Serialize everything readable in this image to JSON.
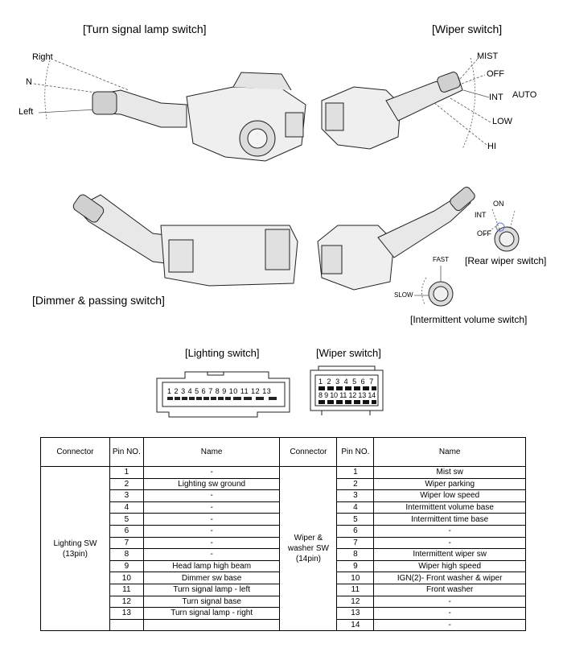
{
  "captions": {
    "turn_signal": "[Turn signal lamp switch]",
    "wiper_top": "[Wiper switch]",
    "dimmer": "[Dimmer & passing switch]",
    "rear_wiper": "[Rear wiper switch]",
    "int_volume": "[Intermittent volume switch]",
    "lighting_conn": "[Lighting switch]",
    "wiper_conn": "[Wiper switch]"
  },
  "turn_positions": {
    "right": "Right",
    "n": "N",
    "left": "Left"
  },
  "wiper_positions": {
    "mist": "MIST",
    "off": "OFF",
    "int": "INT",
    "auto": "AUTO",
    "low": "LOW",
    "hi": "HI"
  },
  "rear_positions": {
    "int": "INT",
    "on": "ON",
    "off": "OFF"
  },
  "volume_positions": {
    "fast": "FAST",
    "slow": "SLOW"
  },
  "lighting_pins": [
    "1",
    "2",
    "3",
    "4",
    "5",
    "6",
    "7",
    "8",
    "9",
    "10",
    "11",
    "12",
    "13"
  ],
  "wiper_pins_top": [
    "1",
    "2",
    "3",
    "4",
    "5",
    "6",
    "7"
  ],
  "wiper_pins_bottom": [
    "8",
    "9",
    "10",
    "11",
    "12",
    "13",
    "14"
  ],
  "table": {
    "headers": {
      "connector": "Connector",
      "pin": "Pin NO.",
      "name": "Name"
    },
    "lighting": {
      "connector": [
        "Lighting SW",
        "(13pin)"
      ],
      "rows": [
        {
          "pin": "1",
          "name": "-"
        },
        {
          "pin": "2",
          "name": "Lighting sw ground"
        },
        {
          "pin": "3",
          "name": "-"
        },
        {
          "pin": "4",
          "name": "-"
        },
        {
          "pin": "5",
          "name": "-"
        },
        {
          "pin": "6",
          "name": "-"
        },
        {
          "pin": "7",
          "name": "-"
        },
        {
          "pin": "8",
          "name": "-"
        },
        {
          "pin": "9",
          "name": "Head lamp high beam"
        },
        {
          "pin": "10",
          "name": "Dimmer sw base"
        },
        {
          "pin": "11",
          "name": "Turn signal lamp - left"
        },
        {
          "pin": "12",
          "name": "Turn signal base"
        },
        {
          "pin": "13",
          "name": "Turn signal lamp - right"
        },
        {
          "pin": "",
          "name": ""
        }
      ]
    },
    "wiper": {
      "connector": [
        "Wiper &",
        "washer SW",
        "(14pin)"
      ],
      "rows": [
        {
          "pin": "1",
          "name": "Mist sw"
        },
        {
          "pin": "2",
          "name": "Wiper parking"
        },
        {
          "pin": "3",
          "name": "Wiper low speed"
        },
        {
          "pin": "4",
          "name": "Intermittent volume base"
        },
        {
          "pin": "5",
          "name": "Intermittent time base"
        },
        {
          "pin": "6",
          "name": "-"
        },
        {
          "pin": "7",
          "name": "-"
        },
        {
          "pin": "8",
          "name": "Intermittent wiper sw"
        },
        {
          "pin": "9",
          "name": "Wiper high speed"
        },
        {
          "pin": "10",
          "name": "IGN(2)- Front washer & wiper"
        },
        {
          "pin": "11",
          "name": "Front washer"
        },
        {
          "pin": "12",
          "name": "-"
        },
        {
          "pin": "13",
          "name": "-"
        },
        {
          "pin": "14",
          "name": "-"
        }
      ]
    }
  }
}
